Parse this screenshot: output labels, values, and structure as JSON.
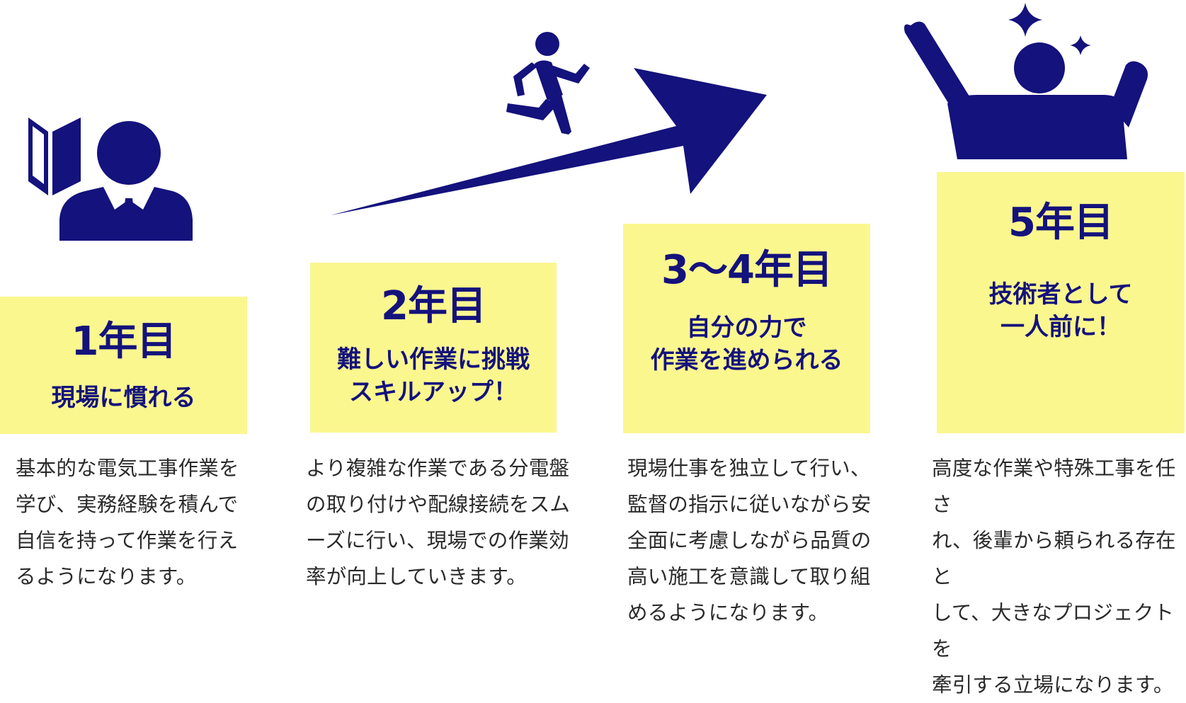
{
  "colors": {
    "navy": "#14127c",
    "highlight": "#fbf78f",
    "body_text": "#2a2a2a"
  },
  "icons": {
    "beginner": "beginner-mark-and-businessman-icon",
    "progress": "running-person-on-arrow-icon",
    "success": "cheering-person-with-sparkles-icon"
  },
  "stages": [
    {
      "label": "1年目",
      "headline": "現場に慣れる",
      "description": "基本的な電気工事作業を\n学び、実務経験を積んで\n自信を持って作業を行え\nるようになります。"
    },
    {
      "label": "2年目",
      "headline": "難しい作業に挑戦\nスキルアップ！",
      "description": "より複雑な作業である分電盤\nの取り付けや配線接続をスム\nーズに行い、現場での作業効\n率が向上していきます。"
    },
    {
      "label": "3〜4年目",
      "headline": "自分の力で\n作業を進められる",
      "description": "現場仕事を独立して行い、\n監督の指示に従いながら安\n全面に考慮しながら品質の\n高い施工を意識して取り組\nめるようになります。"
    },
    {
      "label": "5年目",
      "headline": "技術者として\n一人前に！",
      "description": "高度な作業や特殊工事を任さ\nれ、後輩から頼られる存在と\nして、大きなプロジェクトを\n牽引する立場になります。"
    }
  ]
}
